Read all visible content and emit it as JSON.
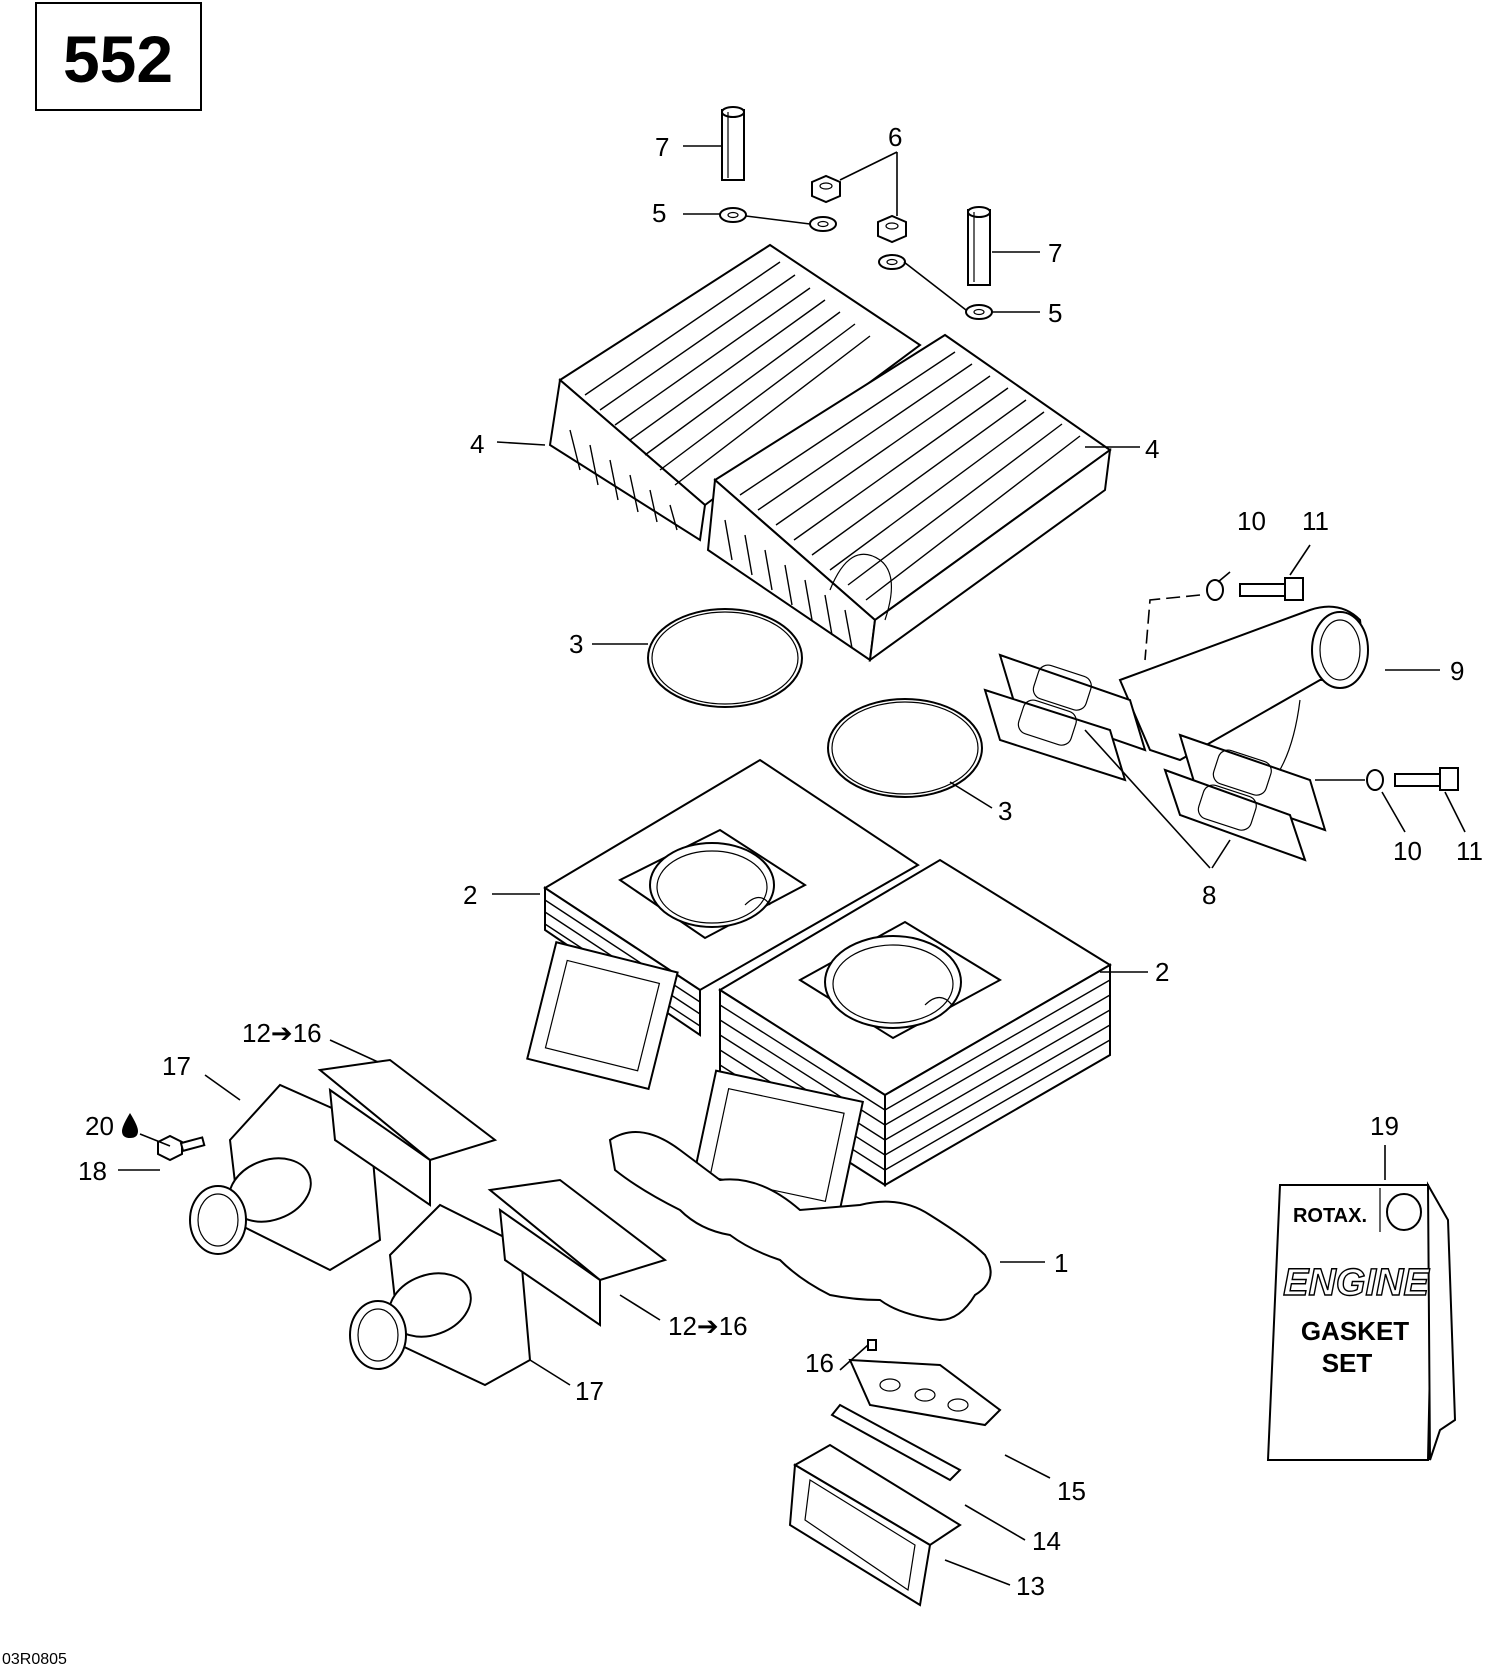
{
  "page": {
    "engine_code": "552",
    "figure_ref": "03R0805"
  },
  "callouts": {
    "c1": "1",
    "c2a": "2",
    "c2b": "2",
    "c3a": "3",
    "c3b": "3",
    "c4a": "4",
    "c4b": "4",
    "c5a": "5",
    "c5b": "5",
    "c6": "6",
    "c7a": "7",
    "c7b": "7",
    "c8": "8",
    "c9": "9",
    "c10a": "10",
    "c10b": "10",
    "c11a": "11",
    "c11b": "11",
    "c1216a": "12➔16",
    "c1216b": "12➔16",
    "c13": "13",
    "c14": "14",
    "c15": "15",
    "c16": "16",
    "c17a": "17",
    "c17b": "17",
    "c18": "18",
    "c19": "19",
    "c20": "20"
  },
  "gasket_set_box": {
    "brand": "ROTAX.",
    "line1": "ENGINE",
    "line2": "GASKET",
    "line3": "SET"
  },
  "icons": {
    "oil_drop": "oil-drop-icon",
    "arrow": "right-arrow-icon"
  }
}
